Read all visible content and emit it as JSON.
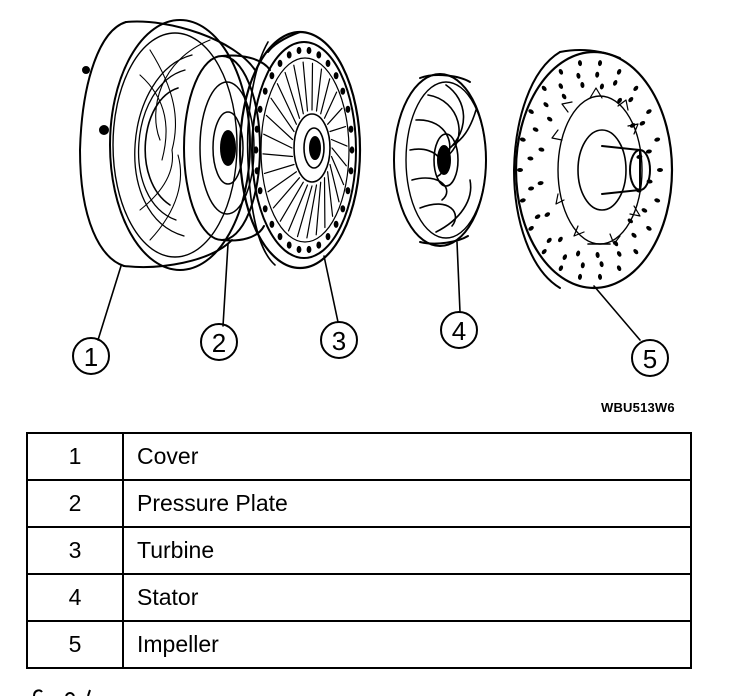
{
  "figure": {
    "code": "WBU513W6",
    "callouts": [
      "1",
      "2",
      "3",
      "4",
      "5"
    ]
  },
  "legend": {
    "rows": [
      {
        "num": "1",
        "name": "Cover"
      },
      {
        "num": "2",
        "name": "Pressure Plate"
      },
      {
        "num": "3",
        "name": "Turbine"
      },
      {
        "num": "4",
        "name": "Stator"
      },
      {
        "num": "5",
        "name": "Impeller"
      }
    ]
  }
}
